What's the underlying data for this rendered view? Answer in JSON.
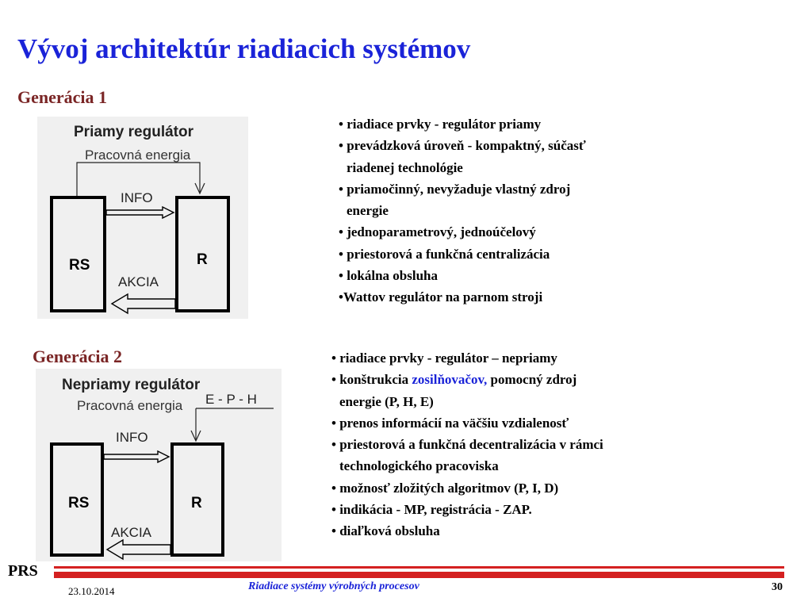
{
  "slide": {
    "title": "Vývoj architektúr riadiacich systémov"
  },
  "gen1": {
    "heading": "Generácia 1",
    "diagram": {
      "title": "Priamy regulátor",
      "energy": "Pracovná energia",
      "info": "INFO",
      "action": "AKCIA",
      "left_box": "RS",
      "right_box": "R"
    },
    "bullets": [
      "• riadiace prvky - regulátor priamy",
      "• prevádzková úroveň - kompaktný, súčasť",
      "riadenej technológie",
      "• priamočinný, nevyžaduje vlastný zdroj",
      "energie",
      "• jednoparametrový, jednoúčelový",
      "• priestorová a funkčná centralizácia",
      "• lokálna obsluha",
      "•Wattov regulátor na parnom stroji"
    ]
  },
  "gen2": {
    "heading": "Generácia 2",
    "diagram": {
      "title": "Nepriamy regulátor",
      "energy": "Pracovná energia",
      "source": "E - P - H",
      "info": "INFO",
      "action": "AKCIA",
      "left_box": "RS",
      "right_box": "R"
    },
    "bullet_1": "•  riadiace prvky - regulátor – nepriamy",
    "bullet_2_a": "• konštrukcia ",
    "bullet_2_accent": "zosilňovačov,",
    "bullet_2_b": " pomocný zdroj",
    "bullets_rest": [
      "energie (P, H, E)",
      "• prenos informácií na väčšiu vzdialenosť",
      "• priestorová a funkčná decentralizácia v rámci",
      "technologického pracoviska",
      "• možnosť zložitých algoritmov (P, I, D)",
      "• indikácia - MP, registrácia - ZAP.",
      "• diaľková obsluha"
    ]
  },
  "footer": {
    "logo": "PRS",
    "date": "23.10.2014",
    "course": "Riadiace systémy výrobných procesov",
    "page": "30"
  },
  "colors": {
    "title": "#1a23d8",
    "heading": "#7a2525",
    "accent": "#1a23d8",
    "rule": "#d42020",
    "diagram_bg": "#f0f0f0"
  }
}
